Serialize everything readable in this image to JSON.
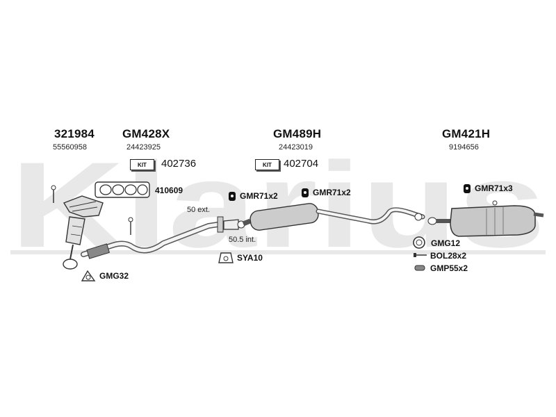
{
  "watermark": {
    "text": "Klarius",
    "color": "#e8e8e8"
  },
  "colors": {
    "pipe": "#555555",
    "fill": "#dddddd",
    "muffler": "#c8c8c8",
    "dark": "#1a1a1a"
  },
  "sections": [
    {
      "code": "321984",
      "ref": "55560958"
    },
    {
      "code": "GM428X",
      "ref": "24423925"
    },
    {
      "code": "GM489H",
      "ref": "24423019"
    },
    {
      "code": "GM421H",
      "ref": "9194656"
    }
  ],
  "kits": [
    {
      "label": "KIT",
      "number": "402736"
    },
    {
      "label": "KIT",
      "number": "402704"
    }
  ],
  "parts": {
    "gasket_manifold": "410609",
    "rubber_1": "GMR71x2",
    "rubber_2": "GMR71x2",
    "rubber_3": "GMR71x3",
    "sleeve": "SYA10",
    "gasket_front": "GMG32",
    "gasket_rear": "GMG12",
    "bolt": "BOL28x2",
    "clamp": "GMP55x2"
  },
  "notes": {
    "ext": "50 ext.",
    "int": "50.5 int."
  }
}
